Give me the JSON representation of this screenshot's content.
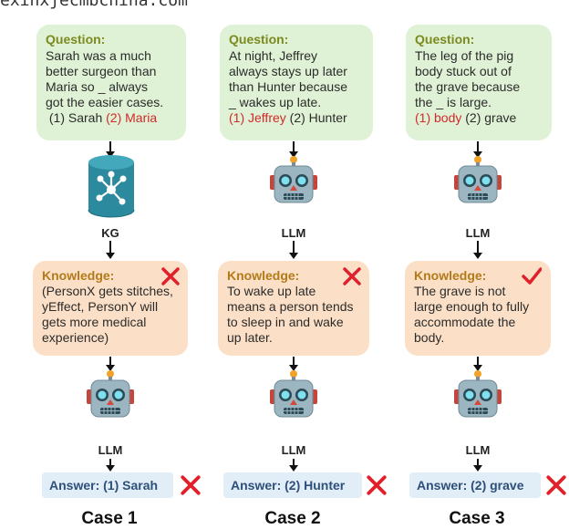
{
  "header": {
    "text": "exinxjecmbchina.com"
  },
  "cases": [
    {
      "question_title": "Question:",
      "question_lines": [
        "Sarah was a much",
        "better surgeon than",
        "Maria so _ always",
        "got the easier cases."
      ],
      "options": {
        "o1": "(1) Sarah",
        "o2": "(2) Maria",
        "highlight": "o2"
      },
      "model_label": "KG",
      "model_icon": "knowledge-graph-database-icon",
      "knowledge_title": "Knowledge:",
      "knowledge_lines": [
        "(PersonX gets stitches,",
        "yEffect, PersonY will",
        "gets more medical",
        "experience)"
      ],
      "knowledge_verdict": "wrong",
      "reasoner_label": "LLM",
      "answer": "Answer: (1) Sarah",
      "answer_verdict": "wrong",
      "case_label": "Case 1"
    },
    {
      "question_title": "Question:",
      "question_lines": [
        "At night, Jeffrey",
        "always stays up later",
        "than Hunter because",
        "_ wakes up late."
      ],
      "options": {
        "o1": "(1) Jeffrey",
        "o2": "(2) Hunter",
        "highlight": "o1"
      },
      "model_label": "LLM",
      "model_icon": "robot-icon",
      "knowledge_title": "Knowledge:",
      "knowledge_lines": [
        "To wake up late",
        "means a person tends",
        "to sleep in and wake",
        "up later."
      ],
      "knowledge_verdict": "wrong",
      "reasoner_label": "LLM",
      "answer": "Answer: (2) Hunter",
      "answer_verdict": "wrong",
      "case_label": "Case 2"
    },
    {
      "question_title": "Question:",
      "question_lines": [
        "The leg of the pig",
        "body stuck out of",
        "the grave because",
        "the _ is large."
      ],
      "options": {
        "o1": "(1) body",
        "o2": "(2) grave",
        "highlight": "o1"
      },
      "model_label": "LLM",
      "model_icon": "robot-icon",
      "knowledge_title": "Knowledge:",
      "knowledge_lines": [
        "The grave is not",
        "large enough to fully",
        "accommodate the",
        "body."
      ],
      "knowledge_verdict": "correct",
      "reasoner_label": "LLM",
      "answer": "Answer: (2) grave",
      "answer_verdict": "wrong",
      "case_label": "Case 3"
    }
  ],
  "colors": {
    "question_bg": "#dff2d5",
    "knowledge_bg": "#fbe0c7",
    "answer_bg": "#e1eef8",
    "wrong": "#e0202a",
    "correct": "#e0202a",
    "highlight": "#d02a2a"
  }
}
